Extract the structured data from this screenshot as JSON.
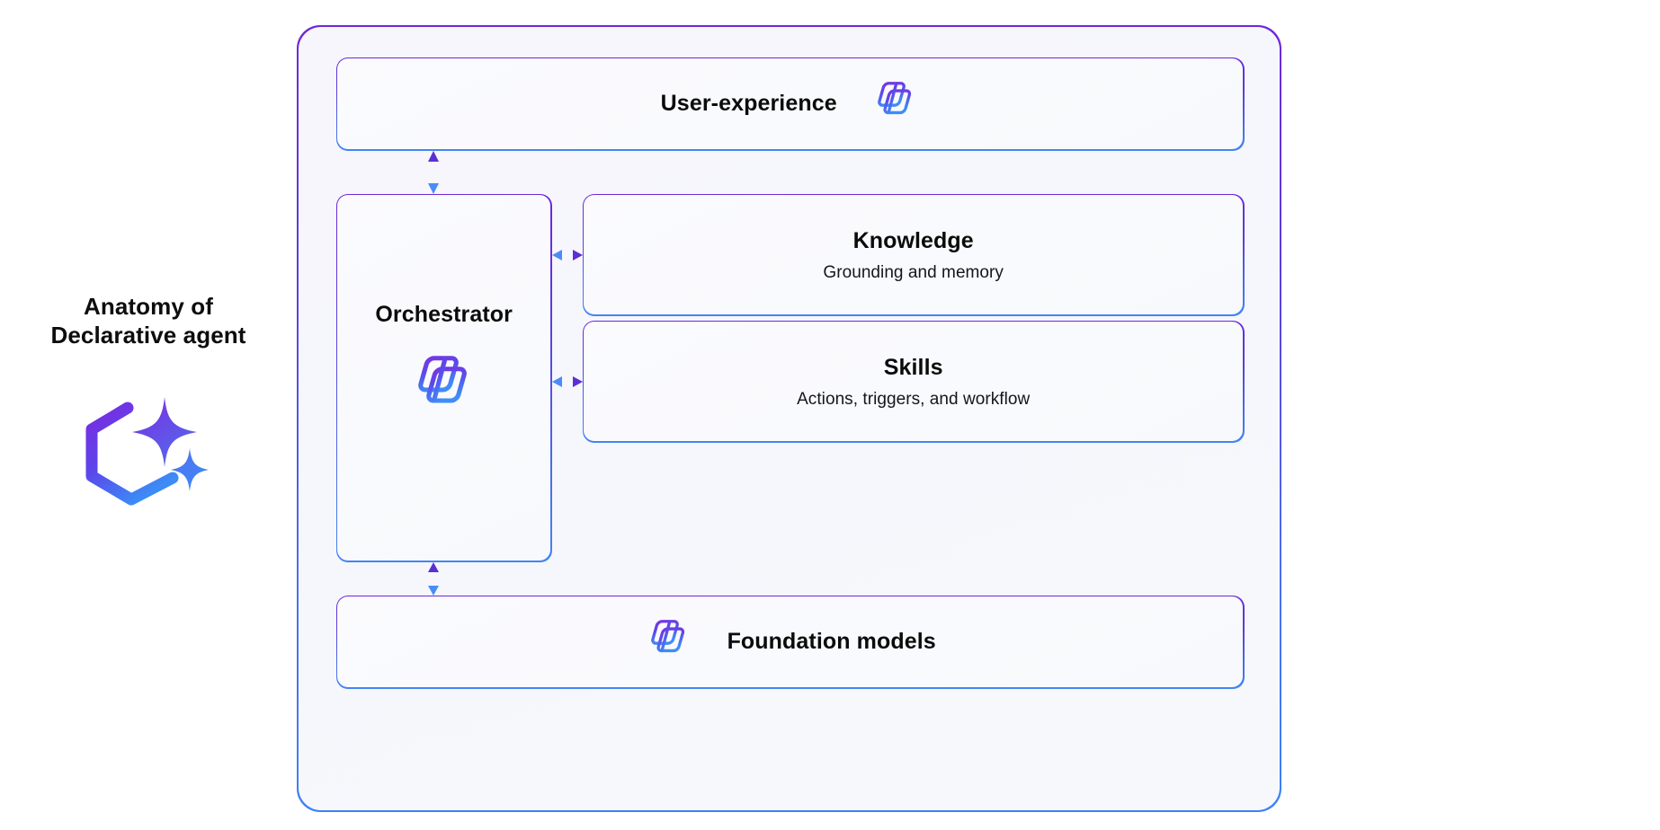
{
  "caption": {
    "line1": "Anatomy of",
    "line2": "Declarative agent",
    "logo_icon": "agent-hexagon-sparkle-icon"
  },
  "colors": {
    "purple": "#6d28d9",
    "blue": "#3b82f6",
    "arrow_purple": "#5b2fd6",
    "arrow_blue": "#4a8cf7",
    "frame_background": "#f7f7fd",
    "card_background": "#fafbfe",
    "text": "#0b0b0b"
  },
  "diagram": {
    "name": "anatomy-of-declarative-agent",
    "cards": {
      "user_experience": {
        "title": "User-experience",
        "icon": "copilot-icon"
      },
      "orchestrator": {
        "title": "Orchestrator",
        "icon": "copilot-icon"
      },
      "knowledge": {
        "title": "Knowledge",
        "subtitle": "Grounding and memory"
      },
      "skills": {
        "title": "Skills",
        "subtitle": "Actions, triggers, and workflow"
      },
      "foundation_models": {
        "title": "Foundation models",
        "icon": "copilot-icon"
      }
    },
    "connectors": [
      {
        "name": "user-experience-to-orchestrator",
        "direction": "bidirectional-vertical"
      },
      {
        "name": "orchestrator-to-knowledge",
        "direction": "bidirectional-horizontal"
      },
      {
        "name": "orchestrator-to-skills",
        "direction": "bidirectional-horizontal"
      },
      {
        "name": "orchestrator-to-foundation-models",
        "direction": "bidirectional-vertical"
      }
    ]
  }
}
